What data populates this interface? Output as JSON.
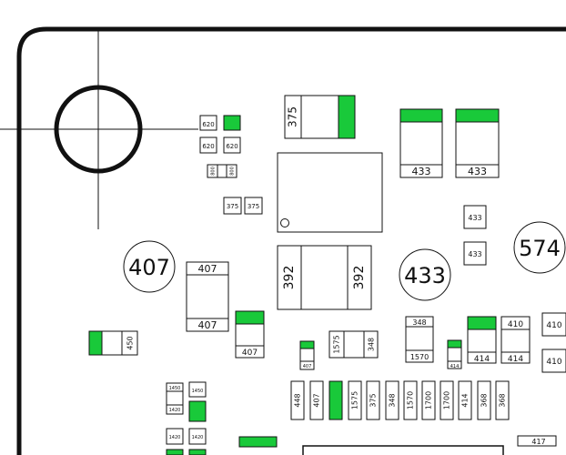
{
  "colors": {
    "pad_fill": "#19c93a",
    "outline": "#111111",
    "background": "#ffffff"
  },
  "labels": {
    "c620a": "620",
    "c620b": "620",
    "c620c": "620",
    "c800a": "800",
    "c800b": "800",
    "c375a": "375",
    "c375b": "375",
    "c375big": "375",
    "c433a": "433",
    "c433b": "433",
    "c433c": "433",
    "c433d": "433",
    "c407a": "407",
    "c407b": "407",
    "c407c": "407",
    "c407d": "407",
    "c392a": "392",
    "c392b": "392",
    "c450": "450",
    "c1575a": "1575",
    "c348a": "348",
    "c348b": "348",
    "c1570a": "1570",
    "c414a": "414",
    "c414b": "414",
    "c414c": "414",
    "c410a": "410",
    "c410b": "410",
    "c410c": "410",
    "c1450": "1450",
    "c1420a": "1420",
    "c1420b": "1420",
    "c417": "417",
    "r448": "448",
    "r407": "407",
    "r1575": "1575",
    "r375": "375",
    "r348": "348",
    "r1570": "1570",
    "r1700a": "1700",
    "r1700b": "1700",
    "r414": "414",
    "r368a": "368",
    "r368b": "368"
  },
  "circles": {
    "c407": "407",
    "c433": "433",
    "c574": "574"
  }
}
